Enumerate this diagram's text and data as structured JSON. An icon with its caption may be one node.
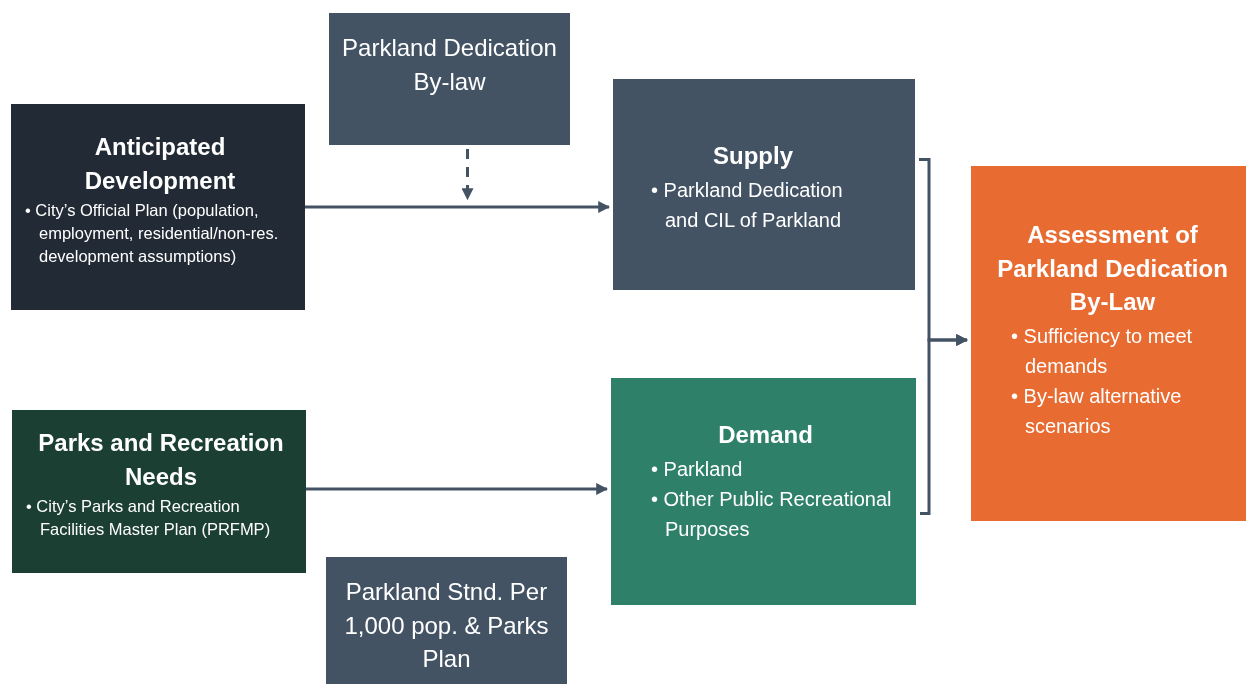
{
  "diagram": {
    "nodes": [
      {
        "text": [
          "Parkland Dedication By-law"
        ]
      },
      {
        "text": [
          "Anticipated Development",
          "• City’s Official Plan (population, employment, residential/non-res. development assumptions)"
        ]
      },
      {
        "text": [
          "Supply",
          "• Parkland Dedication and CIL of Parkland"
        ]
      },
      {
        "text": [
          "Parks and Recreation Needs",
          "• City’s Parks and Recreation Facilities Master Plan (PRFMP)"
        ]
      },
      {
        "text": [
          "Demand",
          "• Parkland",
          "• Other Public Recreational Purposes"
        ]
      },
      {
        "text": [
          "Assessment of Parkland Dedication By-Law",
          "• Sufficiency to meet demands",
          "• By-law alternative scenarios"
        ]
      },
      {
        "text": [
          "Parkland Stnd. Per 1,000 pop. & Parks Plan"
        ]
      }
    ],
    "edges": [
      {
        "from": 1,
        "to": 2,
        "arrow": "to"
      },
      {
        "from": 0,
        "to": null,
        "arrow": "to",
        "style": "dashed"
      },
      {
        "from": 3,
        "to": 4,
        "arrow": "to"
      },
      {
        "from": 2,
        "to": 5,
        "arrow": "to"
      },
      {
        "from": 4,
        "to": 5,
        "arrow": "to"
      }
    ]
  }
}
